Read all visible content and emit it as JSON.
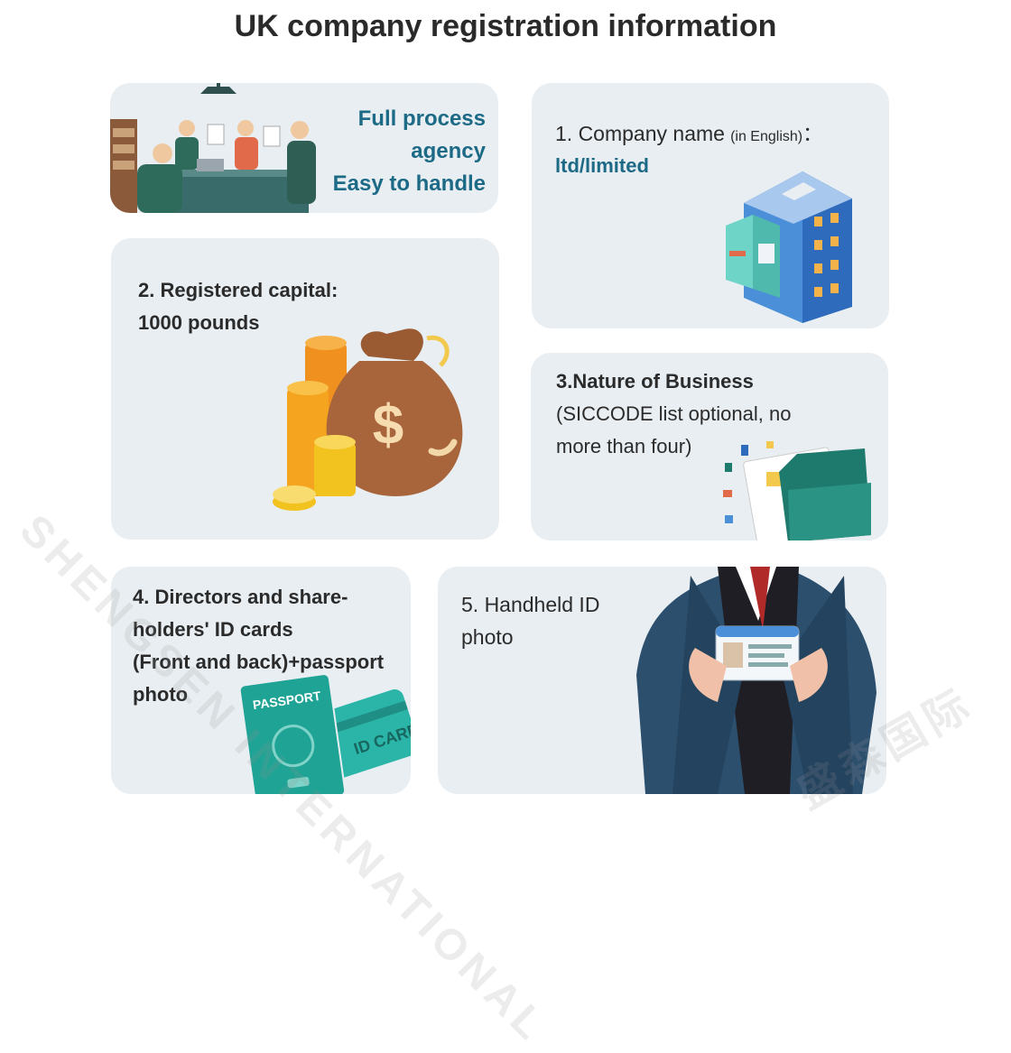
{
  "title": "UK company registration information",
  "agency_card": {
    "line1": "Full process",
    "line2": "agency",
    "line3": "Easy to handle"
  },
  "company_name_card": {
    "label": "1. Company name",
    "paren": "(in English)",
    "colon": "：",
    "value": "ltd/limited"
  },
  "capital_card": {
    "label": "2. Registered capital:",
    "value": "1000 pounds",
    "currency_symbol": "$"
  },
  "nature_card": {
    "label": "3.Nature of Business",
    "line2": "(SICCODE list optional, no",
    "line3": "more than four)"
  },
  "directors_card": {
    "line1": "4. Directors and share-",
    "line2": "holders' ID cards",
    "line3": "(Front and back)+passport",
    "line4": "photo",
    "passport_label": "PASSPORT",
    "idcard_label": "ID CARD"
  },
  "handheld_card": {
    "line1": "5. Handheld ID",
    "line2": "photo"
  },
  "watermark": {
    "text1": "SHENGSEN INTERNATIONAL",
    "text2": "盛森国际"
  },
  "colors": {
    "card_bg": "#e8eef2",
    "accent_teal": "#1d6a86",
    "text_dark": "#2b2b2b"
  }
}
